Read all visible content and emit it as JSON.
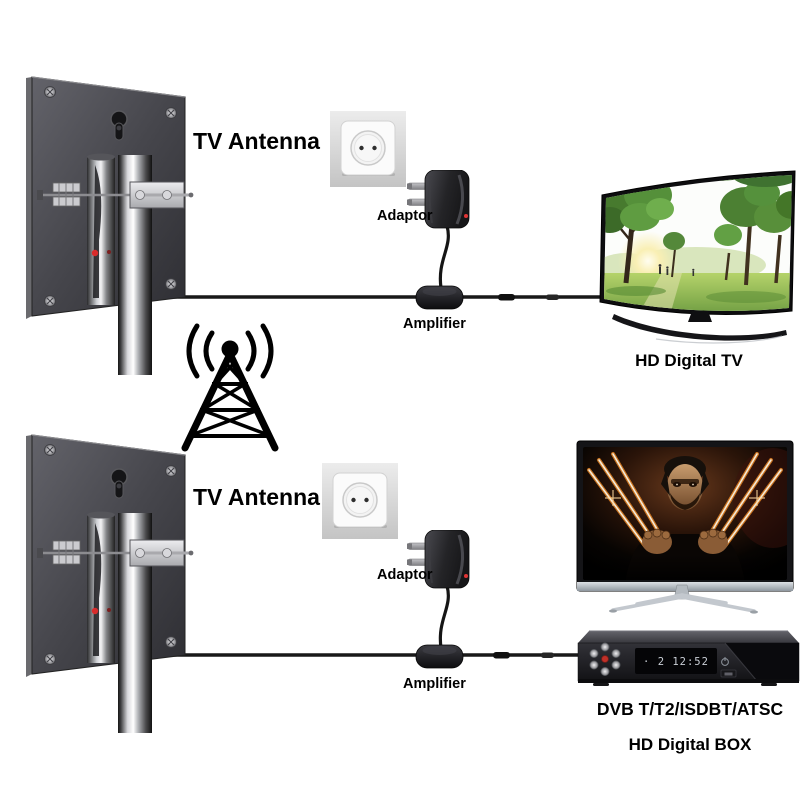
{
  "top_section": {
    "antenna_label": "TV Antenna",
    "adaptor_label": "Adaptor",
    "amplifier_label": "Amplifier",
    "tv_label": "HD Digital TV"
  },
  "bottom_section": {
    "antenna_label": "TV Antenna",
    "adaptor_label": "Adaptor",
    "amplifier_label": "Amplifier",
    "receiver_label_line1": "DVB T/T2/ISDBT/ATSC",
    "receiver_label_line2": "HD Digital BOX",
    "receiver_display_text": "· 2 12:52"
  },
  "icons": {
    "tower": "broadcast-tower",
    "socket": "eu-wall-socket",
    "adaptor": "power-adaptor",
    "amplifier": "inline-amplifier",
    "power": "power-symbol"
  },
  "colors": {
    "background": "#ffffff",
    "label_text": "#000000",
    "cable": "#191919",
    "tower_icon": "#000000",
    "led_display_text": "#c9ced5",
    "adaptor_led_red": "#e03434"
  }
}
